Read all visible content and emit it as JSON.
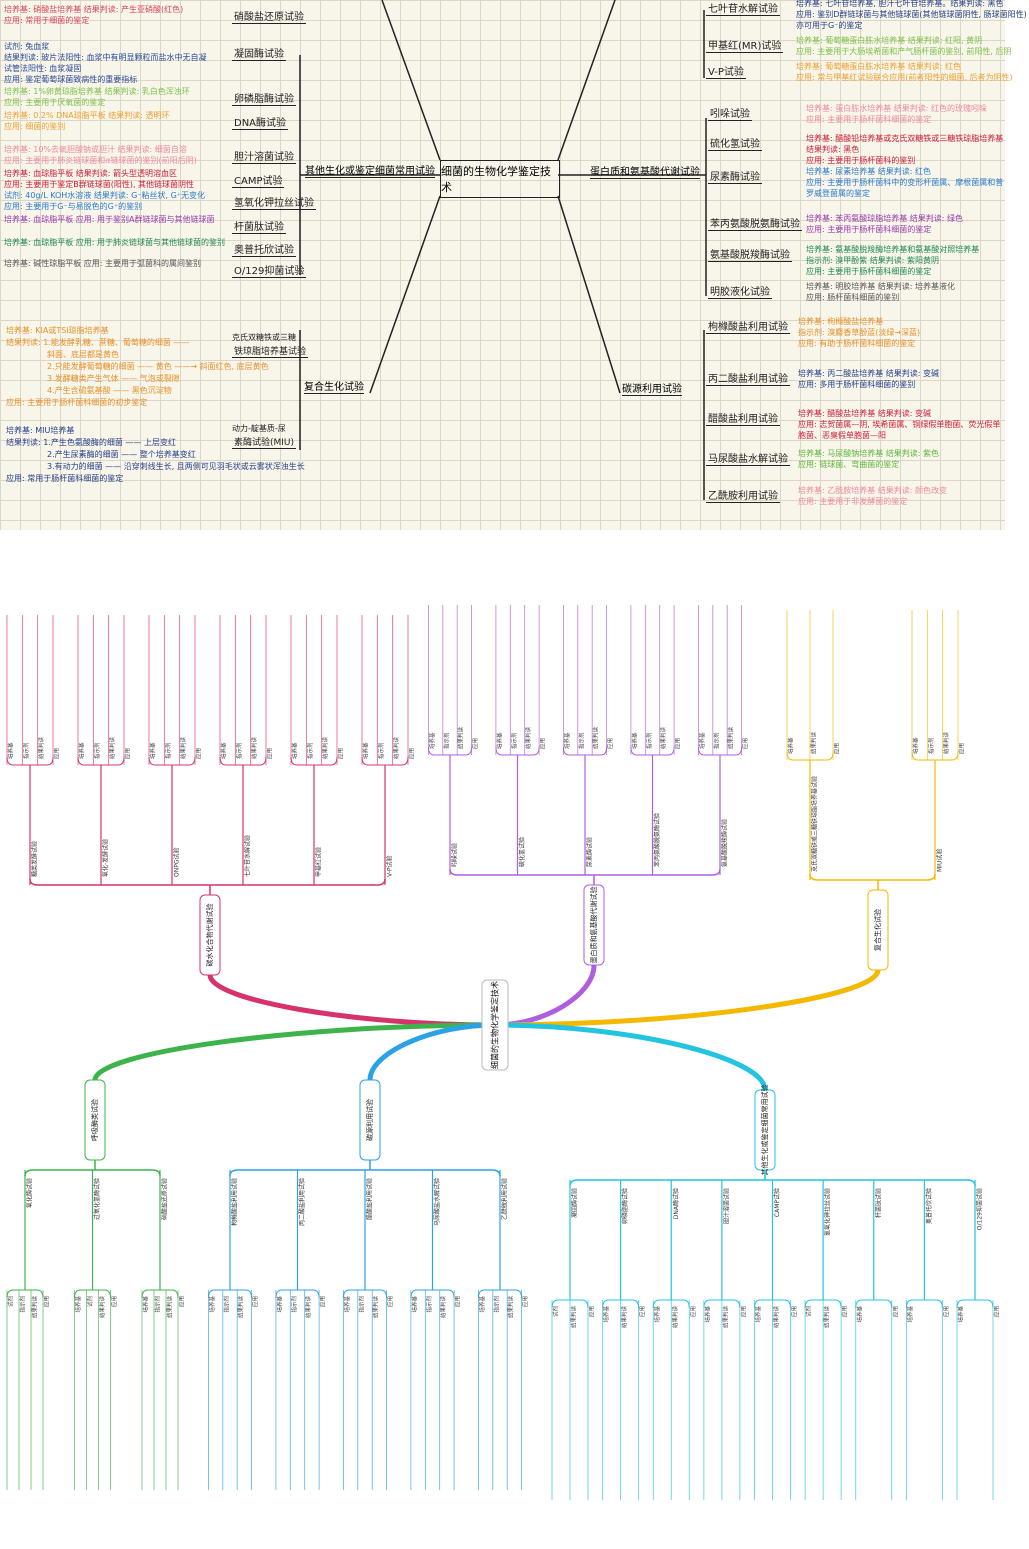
{
  "title": "细菌的生物化学鉴定技术",
  "notes_panel": {
    "left_branch": {
      "label": "其他生化或鉴定细菌常用试验",
      "items": [
        {
          "label": "硝酸盐还原试验",
          "color": "#d6455a",
          "notes": [
            "培养基: 硝酸盐培养基        结果判读: 产生亚硝酸(红色)",
            "应用: 常用于细菌的鉴定"
          ]
        },
        {
          "label": "凝固酶试验",
          "color": "#2a4a9a",
          "notes": [
            "试剂: 兔血浆",
            "结果判读: 玻片法阳性: 血浆中有明显颗粒而盐水中无自凝",
            "试管法阳性: 血浆凝固",
            "应用: 鉴定葡萄球菌致病性的重要指标"
          ]
        },
        {
          "label": "卵磷脂酶试验",
          "color": "#7cc24a",
          "notes": [
            "培养基: 1%卵黄琼脂培养基    结果判读: 乳白色浑浊环",
            "应用: 主要用于厌氧菌的鉴定"
          ]
        },
        {
          "label": "DNA酶试验",
          "color": "#f0a030",
          "notes": [
            "培养基: 0.2% DNA琼脂平板      结果判读: 透明环",
            "应用: 细菌的鉴别"
          ]
        },
        {
          "label": "胆汁溶菌试验",
          "color": "#f08aa0",
          "notes": [
            "培养基: 10%去氧胆酸钠或胆汁    结果判读: 细菌自溶",
            "应用: 主要用于肺炎链球菌和α链球菌的鉴别(前阳后阴)"
          ]
        },
        {
          "label": "CAMP试验",
          "color": "#d01c3a",
          "notes": [
            "培养基: 血琼脂平板        结果判读: 箭头型透明溶血区",
            "应用: 主要用于鉴定B群链球菌(阳性), 其他链球菌阴性"
          ]
        },
        {
          "label": "氢氧化钾拉丝试验",
          "color": "#2a7ad0",
          "notes": [
            "试剂: 40g/L KOH水溶液      结果判读: G⁻粘丝状, G⁺无变化",
            "应用: 主要用于G⁻与易脱色的G⁺的鉴别"
          ]
        },
        {
          "label": "杆菌肽试验",
          "color": "#9a3ab0",
          "notes": [
            "培养基: 血琼脂平板          应用: 用于鉴别A群链球菌与其他链球菌"
          ]
        },
        {
          "label": "奥普托欣试验",
          "color": "#1e8a50",
          "notes": [
            "培养基: 血琼脂平板      应用: 用于肺炎链球菌与其他链球菌的鉴别"
          ]
        },
        {
          "label": "O/129抑菌试验",
          "color": "#555555",
          "notes": [
            "培养基: 碱性琼脂平板    应用: 主要用于弧菌科的属间鉴别"
          ]
        }
      ]
    },
    "compound_branch": {
      "label": "复合生化试验",
      "items": [
        {
          "label_1": "克氏双糖铁或三糖",
          "label_2": "铁琼脂培养基试验",
          "color": "#e8902a",
          "notes": [
            "培养基: KIA或TSI琼脂培养基",
            "结果判读: 1.能发酵乳糖、蔗糖、葡萄糖的细菌 ——",
            "斜面、底层都是黄色",
            "2.只能发酵葡萄糖的细菌 —— 黄色 ——→ 斜面红色, 底层黄色",
            "3.发酵糖类产生气体 —— 气泡或裂隙",
            "4.产生含硫氨基酸 —— 黑色沉淀物",
            "应用: 主要用于肠杆菌科细菌的初步鉴定"
          ]
        },
        {
          "label_1": "动力-靛基质-尿",
          "label_2": "素酶试验(MIU)",
          "color": "#243f8c",
          "notes": [
            "培养基: MIU培养基",
            "结果判读: 1.产生色氨酸酶的细菌 —— 上层变红",
            "2.产生尿素酶的细菌 —— 整个培养基变红",
            "3.有动力的细菌 —— 沿穿刺线生长, 且两侧可见羽毛状或云雾状浑浊生长",
            "应用: 常用于肠杆菌科细菌的鉴定"
          ]
        }
      ]
    },
    "protein_branch": {
      "label": "蛋白质和氨基酸代谢试验",
      "items": [
        {
          "label": "吲哚试验",
          "color": "#f08aa0",
          "notes": [
            "培养基: 蛋白胨水培养基    结果判读: 红色的玫瑰吲哚",
            "应用: 主要用于肠杆菌科细菌的鉴定"
          ]
        },
        {
          "label": "硫化氢试验",
          "color": "#d01c3a",
          "notes": [
            "培养基: 醋酸铅培养基或克氏双糖铁或三糖铁琼脂培养基",
            "结果判读: 黑色",
            "应用: 主要用于肠杆菌科的鉴别"
          ]
        },
        {
          "label": "尿素酶试验",
          "color": "#2a7ad0",
          "notes": [
            "培养基: 尿素培养基        结果判读: 红色",
            "应用: 主要用于肠杆菌科中的变形杆菌属、摩根菌属和普",
            "罗威登菌属的鉴定"
          ]
        },
        {
          "label": "苯丙氨酸脱氨酶试验",
          "color": "#9a3ab0",
          "notes": [
            "培养基: 苯丙氨酸琼脂培养基    结果判读: 绿色",
            "应用: 主要用于肠杆菌科细菌的鉴定"
          ]
        },
        {
          "label": "氨基酸脱羧酶试验",
          "color": "#1e8a50",
          "notes": [
            "培养基: 氨基酸脱羧酶培养基和氨基酸对照培养基",
            "指示剂: 溴甲酚紫      结果判读: 紫阳黄阴",
            "应用: 主要用于肠杆菌科细菌的鉴定"
          ]
        },
        {
          "label": "明胶液化试验",
          "color": "#555555",
          "notes": [
            "培养基: 明胶培养基    结果判读: 培养基液化",
            "应用: 肠杆菌科细菌的鉴别"
          ]
        }
      ]
    },
    "carb_items": [
      {
        "label": "七叶苷水解试验",
        "color": "#243f8c",
        "notes": [
          "培养基: 七叶苷培养基, 胆汁七叶苷培养基。结果判读: 黑色",
          "应用: 鉴别D群链球菌与其他链球菌(其他链球菌阴性, 肠球菌阳性)",
          "亦可用于G⁻的鉴定"
        ]
      },
      {
        "label": "甲基红(MR)试验",
        "color": "#7cc24a",
        "notes": [
          "培养基: 葡萄糖蛋白胨水培养基      结果判读: 红阳, 黄阴",
          "应用: 主要用于大肠埃希菌和产气肠杆菌的鉴别, 前阳性, 后阴"
        ]
      },
      {
        "label": "V-P试验",
        "color": "#f0a030",
        "notes": [
          "培养基: 葡萄糖蛋白胨水培养基      结果判读: 红色",
          "应用: 常与甲基红试验联合应用(前者阳性的细菌, 后者为阴性)"
        ]
      }
    ],
    "carbon_branch": {
      "label": "碳源利用试验",
      "items": [
        {
          "label": "枸橼酸盐利用试验",
          "color": "#e8902a",
          "notes": [
            "培养基: 枸橼酸盐培养基",
            "指示剂: 溴麝香草酚蓝(淡绿→深蓝)",
            "应用: 有助于肠杆菌科细菌的鉴定"
          ]
        },
        {
          "label": "丙二酸盐利用试验",
          "color": "#243f8c",
          "notes": [
            "培养基: 丙二酸盐培养基      结果判读: 变碱",
            "应用: 多用于肠杆菌科细菌的鉴别"
          ]
        },
        {
          "label": "醋酸盐利用试验",
          "color": "#d01c3a",
          "notes": [
            "培养基: 醋酸盐培养基              结果判读: 变碱",
            "应用: 志贺菌属—阴, 埃希菌属、铜绿假单胞菌、荧光假单",
            "胞菌、恶臭假单胞菌—阳"
          ]
        },
        {
          "label": "马尿酸盐水解试验",
          "color": "#5cb83a",
          "notes": [
            "培养基: 马尿酸钠培养基              结果判读: 紫色",
            "应用: 链球菌、弯曲菌的鉴定"
          ]
        },
        {
          "label": "乙酰胺利用试验",
          "color": "#f08aa0",
          "notes": [
            "培养基: 乙酰胺培养基              结果判读: 颜色改变",
            "应用: 主要用于非发酵菌的鉴定"
          ]
        }
      ]
    }
  },
  "mindmap": {
    "center": "细菌的生物化学鉴定技术",
    "branches": [
      {
        "label": "碳水化合物代谢试验",
        "color": "#d6336c",
        "children": [
          {
            "label": "糖类发酵试验",
            "leaves": [
              "培养基",
              "指示剂",
              "结果判读",
              "应用"
            ]
          },
          {
            "label": "氧化-发酵试验",
            "leaves": [
              "培养基",
              "指示剂",
              "结果判读",
              "应用"
            ]
          },
          {
            "label": "ONPG试验",
            "leaves": [
              "培养基",
              "指示剂",
              "结果判读",
              "应用"
            ]
          },
          {
            "label": "七叶苷水解试验",
            "leaves": [
              "培养基",
              "指示剂",
              "结果判读",
              "应用"
            ]
          },
          {
            "label": "甲基红试验",
            "leaves": [
              "培养基",
              "指示剂",
              "结果判读",
              "应用"
            ]
          },
          {
            "label": "V-P试验",
            "leaves": [
              "培养基",
              "指示剂",
              "结果判读",
              "应用"
            ]
          }
        ]
      },
      {
        "label": "蛋白质和氨基酸代谢试验",
        "color": "#b05ee0",
        "children": [
          {
            "label": "吲哚试验",
            "leaves": [
              "培养基",
              "指示剂",
              "结果判读",
              "应用"
            ]
          },
          {
            "label": "硫化氢试验",
            "leaves": [
              "培养基",
              "指示剂",
              "结果判读",
              "应用"
            ]
          },
          {
            "label": "尿素酶试验",
            "leaves": [
              "培养基",
              "指示剂",
              "结果判读",
              "应用"
            ]
          },
          {
            "label": "苯丙氨酸脱氨酶试验",
            "leaves": [
              "培养基",
              "指示剂",
              "结果判读",
              "应用"
            ]
          },
          {
            "label": "氨基酸脱羧酶试验",
            "leaves": [
              "培养基",
              "指示剂",
              "结果判读",
              "应用"
            ]
          }
        ]
      },
      {
        "label": "复合生化试验",
        "color": "#f5b800",
        "children": [
          {
            "label": "克氏双糖铁或三糖铁琼脂培养基试验",
            "leaves": [
              "培养基",
              "结果判读",
              "应用"
            ]
          },
          {
            "label": "MIU试验",
            "leaves": [
              "培养基",
              "指示剂",
              "结果判读",
              "应用"
            ]
          }
        ]
      },
      {
        "label": "呼吸酶类试验",
        "color": "#3cb44b",
        "children": [
          {
            "label": "氧化酶试验",
            "leaves": [
              "试剂",
              "指示剂",
              "结果判读",
              "应用"
            ]
          },
          {
            "label": "过氧化氢酶试验",
            "leaves": [
              "培养基",
              "试剂",
              "结果判读",
              "应用"
            ]
          },
          {
            "label": "硝酸盐还原试验",
            "leaves": [
              "培养基",
              "指示剂",
              "结果判读",
              "应用"
            ]
          }
        ]
      },
      {
        "label": "碳源利用试验",
        "color": "#2aa3e6",
        "children": [
          {
            "label": "枸橼酸盐利用试验",
            "leaves": [
              "培养基",
              "指示剂",
              "结果判读",
              "应用"
            ]
          },
          {
            "label": "丙二酸盐利用试验",
            "leaves": [
              "培养基",
              "指示剂",
              "结果判读",
              "应用"
            ]
          },
          {
            "label": "醋酸盐利用试验",
            "leaves": [
              "培养基",
              "指示剂",
              "结果判读",
              "应用"
            ]
          },
          {
            "label": "马尿酸盐水解试验",
            "leaves": [
              "培养基",
              "指示剂",
              "结果判读",
              "应用"
            ]
          },
          {
            "label": "乙酰胺利用试验",
            "leaves": [
              "培养基",
              "指示剂",
              "结果判读",
              "应用"
            ]
          }
        ]
      },
      {
        "label": "其他生化或鉴定细菌常用试验",
        "color": "#22c4e0",
        "children": [
          {
            "label": "凝固酶试验",
            "leaves": [
              "试剂",
              "结果判读",
              "应用"
            ]
          },
          {
            "label": "卵磷脂酶试验",
            "leaves": [
              "培养基",
              "结果判读",
              "应用"
            ]
          },
          {
            "label": "DNA酶试验",
            "leaves": [
              "培养基",
              "结果判读",
              "应用"
            ]
          },
          {
            "label": "胆汁溶菌试验",
            "leaves": [
              "培养基",
              "结果判读",
              "应用"
            ]
          },
          {
            "label": "CAMP试验",
            "leaves": [
              "培养基",
              "结果判读",
              "应用"
            ]
          },
          {
            "label": "氢氧化钾拉丝试验",
            "leaves": [
              "试剂",
              "结果判读",
              "应用"
            ]
          },
          {
            "label": "杆菌肽试验",
            "leaves": [
              "培养基",
              "应用"
            ]
          },
          {
            "label": "奥普托欣试验",
            "leaves": [
              "培养基",
              "应用"
            ]
          },
          {
            "label": "O/129抑菌试验",
            "leaves": [
              "培养基",
              "应用"
            ]
          }
        ]
      }
    ]
  }
}
